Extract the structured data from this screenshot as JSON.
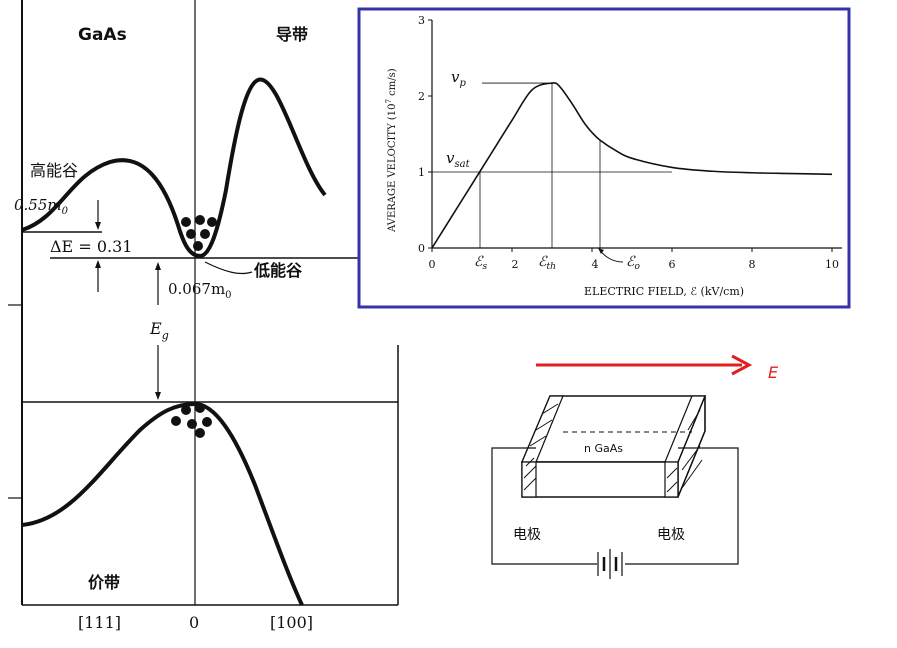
{
  "band_diagram": {
    "material": "GaAs",
    "conduction_band": "导带",
    "valence_band": "价带",
    "high_valley": "高能谷",
    "low_valley": "低能谷",
    "high_valley_mass": "0.55m",
    "high_valley_mass_sub": "0",
    "delta_e": "ΔE = 0.31",
    "low_valley_mass": "0.067m",
    "low_valley_mass_sub": "0",
    "gap_label": "E",
    "gap_label_sub": "g",
    "x_left": "[111]",
    "x_center": "0",
    "x_right": "[100]"
  },
  "velocity_chart": {
    "border_color": "#3333aa",
    "ylabel": "AVERAGE VELOCITY (10",
    "ylabel_sup": "7",
    "ylabel_tail": " cm/s)",
    "xlabel": "ELECTRIC FIELD, ℰ (kV/cm)",
    "vp_label": "v",
    "vp_sub": "p",
    "vsat_label": "v",
    "vsat_sub": "sat",
    "es_label": "ℰ",
    "es_sub": "s",
    "eth_label": "ℰ",
    "eth_sub": "th",
    "eo_label": "ℰ",
    "eo_sub": "o",
    "xticks": [
      "0",
      "2",
      "4",
      "6",
      "8",
      "10"
    ],
    "yticks": [
      "0",
      "1",
      "2",
      "3"
    ]
  },
  "chart_data": {
    "type": "line",
    "xlabel": "ELECTRIC FIELD, ℰ (kV/cm)",
    "ylabel": "AVERAGE VELOCITY (10^7 cm/s)",
    "xlim": [
      0,
      10
    ],
    "ylim": [
      0,
      3
    ],
    "series": [
      {
        "x": [
          0,
          0.5,
          1.0,
          1.5,
          2.0,
          2.5,
          3.0,
          3.2,
          3.5,
          3.8,
          4.0,
          4.2,
          4.6,
          5.0,
          6.0,
          7.0,
          8.0,
          9.0,
          10.0
        ],
        "values": [
          0,
          0.42,
          0.84,
          1.26,
          1.68,
          2.08,
          2.17,
          2.12,
          1.9,
          1.65,
          1.52,
          1.42,
          1.28,
          1.18,
          1.06,
          1.01,
          0.99,
          0.98,
          0.97
        ]
      }
    ],
    "annotations": {
      "v_p": 2.17,
      "v_sat": 1.0,
      "E_s": 1.2,
      "E_th": 3.0,
      "E_o": 4.2
    }
  },
  "device": {
    "field_label": "E",
    "arrow_color": "#e02020",
    "sample": "n GaAs",
    "electrode_left": "电极",
    "electrode_right": "电极"
  }
}
